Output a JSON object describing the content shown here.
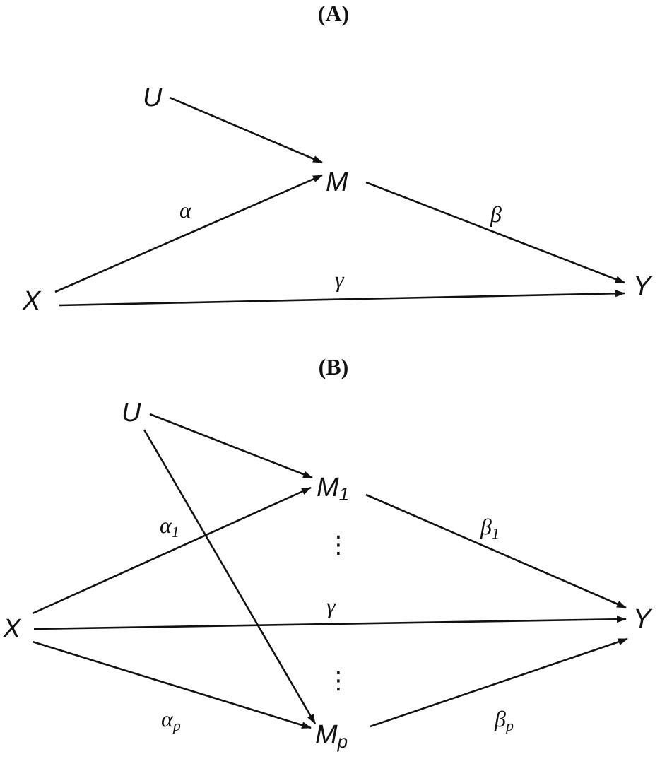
{
  "panels": [
    {
      "title": "(A)",
      "nodes": {
        "U": "U",
        "M": "M",
        "X": "X",
        "Y": "Y"
      },
      "edges": {
        "alpha": "α",
        "beta": "β",
        "gamma": "γ"
      }
    },
    {
      "title": "(B)",
      "nodes": {
        "U": "U",
        "M1": "M",
        "M1_sub": "1",
        "Mp": "M",
        "Mp_sub": "p",
        "X": "X",
        "Y": "Y"
      },
      "edges": {
        "alpha1": "α",
        "alpha1_sub": "1",
        "alphap": "α",
        "alphap_sub": "p",
        "beta1": "β",
        "beta1_sub": "1",
        "betap": "β",
        "betap_sub": "p",
        "gamma": "γ"
      },
      "ellipsis": "⋮"
    }
  ]
}
